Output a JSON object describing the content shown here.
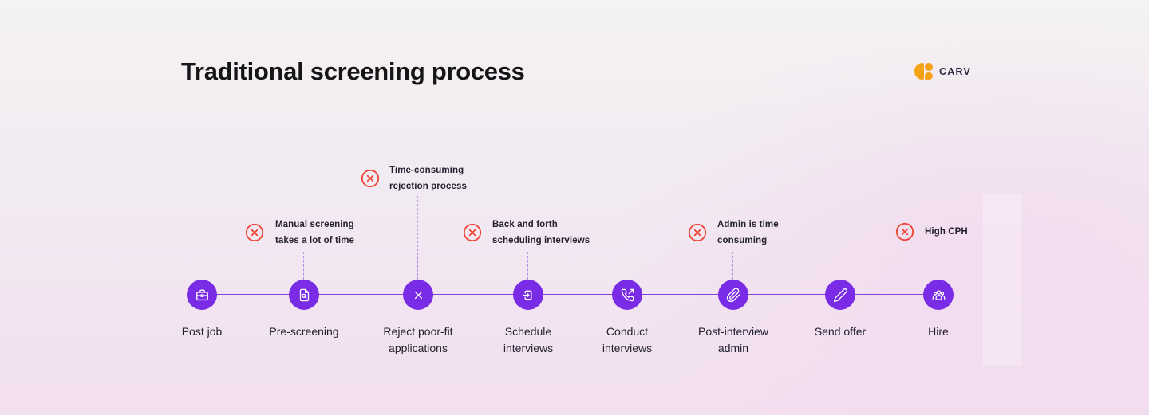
{
  "title": "Traditional screening process",
  "logo": {
    "brand": "CARV"
  },
  "colors": {
    "accent_purple": "#7A2BE6",
    "timeline_line_purple": "#7E44DC",
    "dashed_connector_purple": "#B592E8",
    "alert_red": "#F04333",
    "logo_orange": "#F6A219",
    "text_dark": "#221F2E",
    "background_top": "#F4F2F3",
    "background_bottom_pink": "#F2DFF0"
  },
  "steps": [
    {
      "label": "Post job",
      "icon": "briefcase-icon",
      "line1": "Post job",
      "line2": ""
    },
    {
      "label": "Pre-screening",
      "icon": "document-search-icon",
      "line1": "Pre-screening",
      "line2": ""
    },
    {
      "label": "Reject poor-fit applications",
      "icon": "x-mark-icon",
      "line1": "Reject poor-fit",
      "line2": "applications"
    },
    {
      "label": "Schedule interviews",
      "icon": "door-arrow-icon",
      "line1": "Schedule",
      "line2": "interviews"
    },
    {
      "label": "Conduct interviews",
      "icon": "phone-outgoing-icon",
      "line1": "Conduct",
      "line2": "interviews"
    },
    {
      "label": "Post-interview admin",
      "icon": "paperclip-icon",
      "line1": "Post-interview",
      "line2": "admin"
    },
    {
      "label": "Send offer",
      "icon": "pencil-icon",
      "line1": "Send offer",
      "line2": ""
    },
    {
      "label": "Hire",
      "icon": "people-group-icon",
      "line1": "Hire",
      "line2": ""
    }
  ],
  "callouts": [
    {
      "icon": "red-x-circle-icon",
      "line1": "Manual screening",
      "line2": "takes a lot of time"
    },
    {
      "icon": "red-x-circle-icon",
      "line1": "Time-consuming",
      "line2": "rejection process"
    },
    {
      "icon": "red-x-circle-icon",
      "line1": "Back and forth",
      "line2": "scheduling interviews"
    },
    {
      "icon": "red-x-circle-icon",
      "line1": "Admin is time",
      "line2": "consuming"
    },
    {
      "icon": "red-x-circle-icon",
      "line1": "High CPH",
      "line2": ""
    }
  ]
}
